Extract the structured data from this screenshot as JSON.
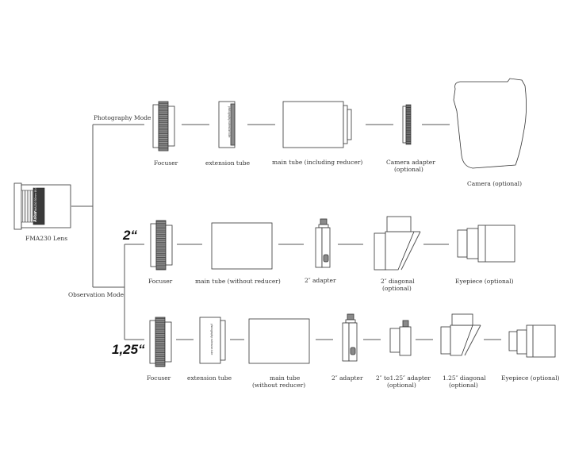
{
  "branches": {
    "photography": "Photography Mode",
    "observation": "Observation Mode"
  },
  "lens": {
    "label": "FMA230 Lens",
    "brand": "Askar",
    "model": "FMA230 50mm f/4.6"
  },
  "rows": {
    "photo": {
      "focuser": "Focuser",
      "extension": "extension tube",
      "extension_print": "photography extension tube",
      "main_tube": "main tube (including reducer)",
      "camera_adapter_1": "Camera adapter",
      "camera_adapter_2": "(optional)",
      "camera": "Camera (optional)"
    },
    "obs2": {
      "size": "2“",
      "focuser": "Focuser",
      "main_tube": "main tube (without reducer)",
      "adapter": "2″ adapter",
      "diagonal_1": "2″ diagonal",
      "diagonal_2": "(optional)",
      "eyepiece": "Eyepiece (optional)"
    },
    "obs125": {
      "size": "1,25“",
      "focuser": "Focuser",
      "extension": "extension tube",
      "extension_print": "photography extension tube",
      "main_tube_1": "main tube",
      "main_tube_2": "(without reducer)",
      "adapter": "2″ adapter",
      "reducer_1": "2″ to1.25″ adapter",
      "reducer_2": "(optional)",
      "diagonal_1": "1.25″ diagonal",
      "diagonal_2": "(optional)",
      "eyepiece": "Eyepiece (optional)"
    }
  }
}
